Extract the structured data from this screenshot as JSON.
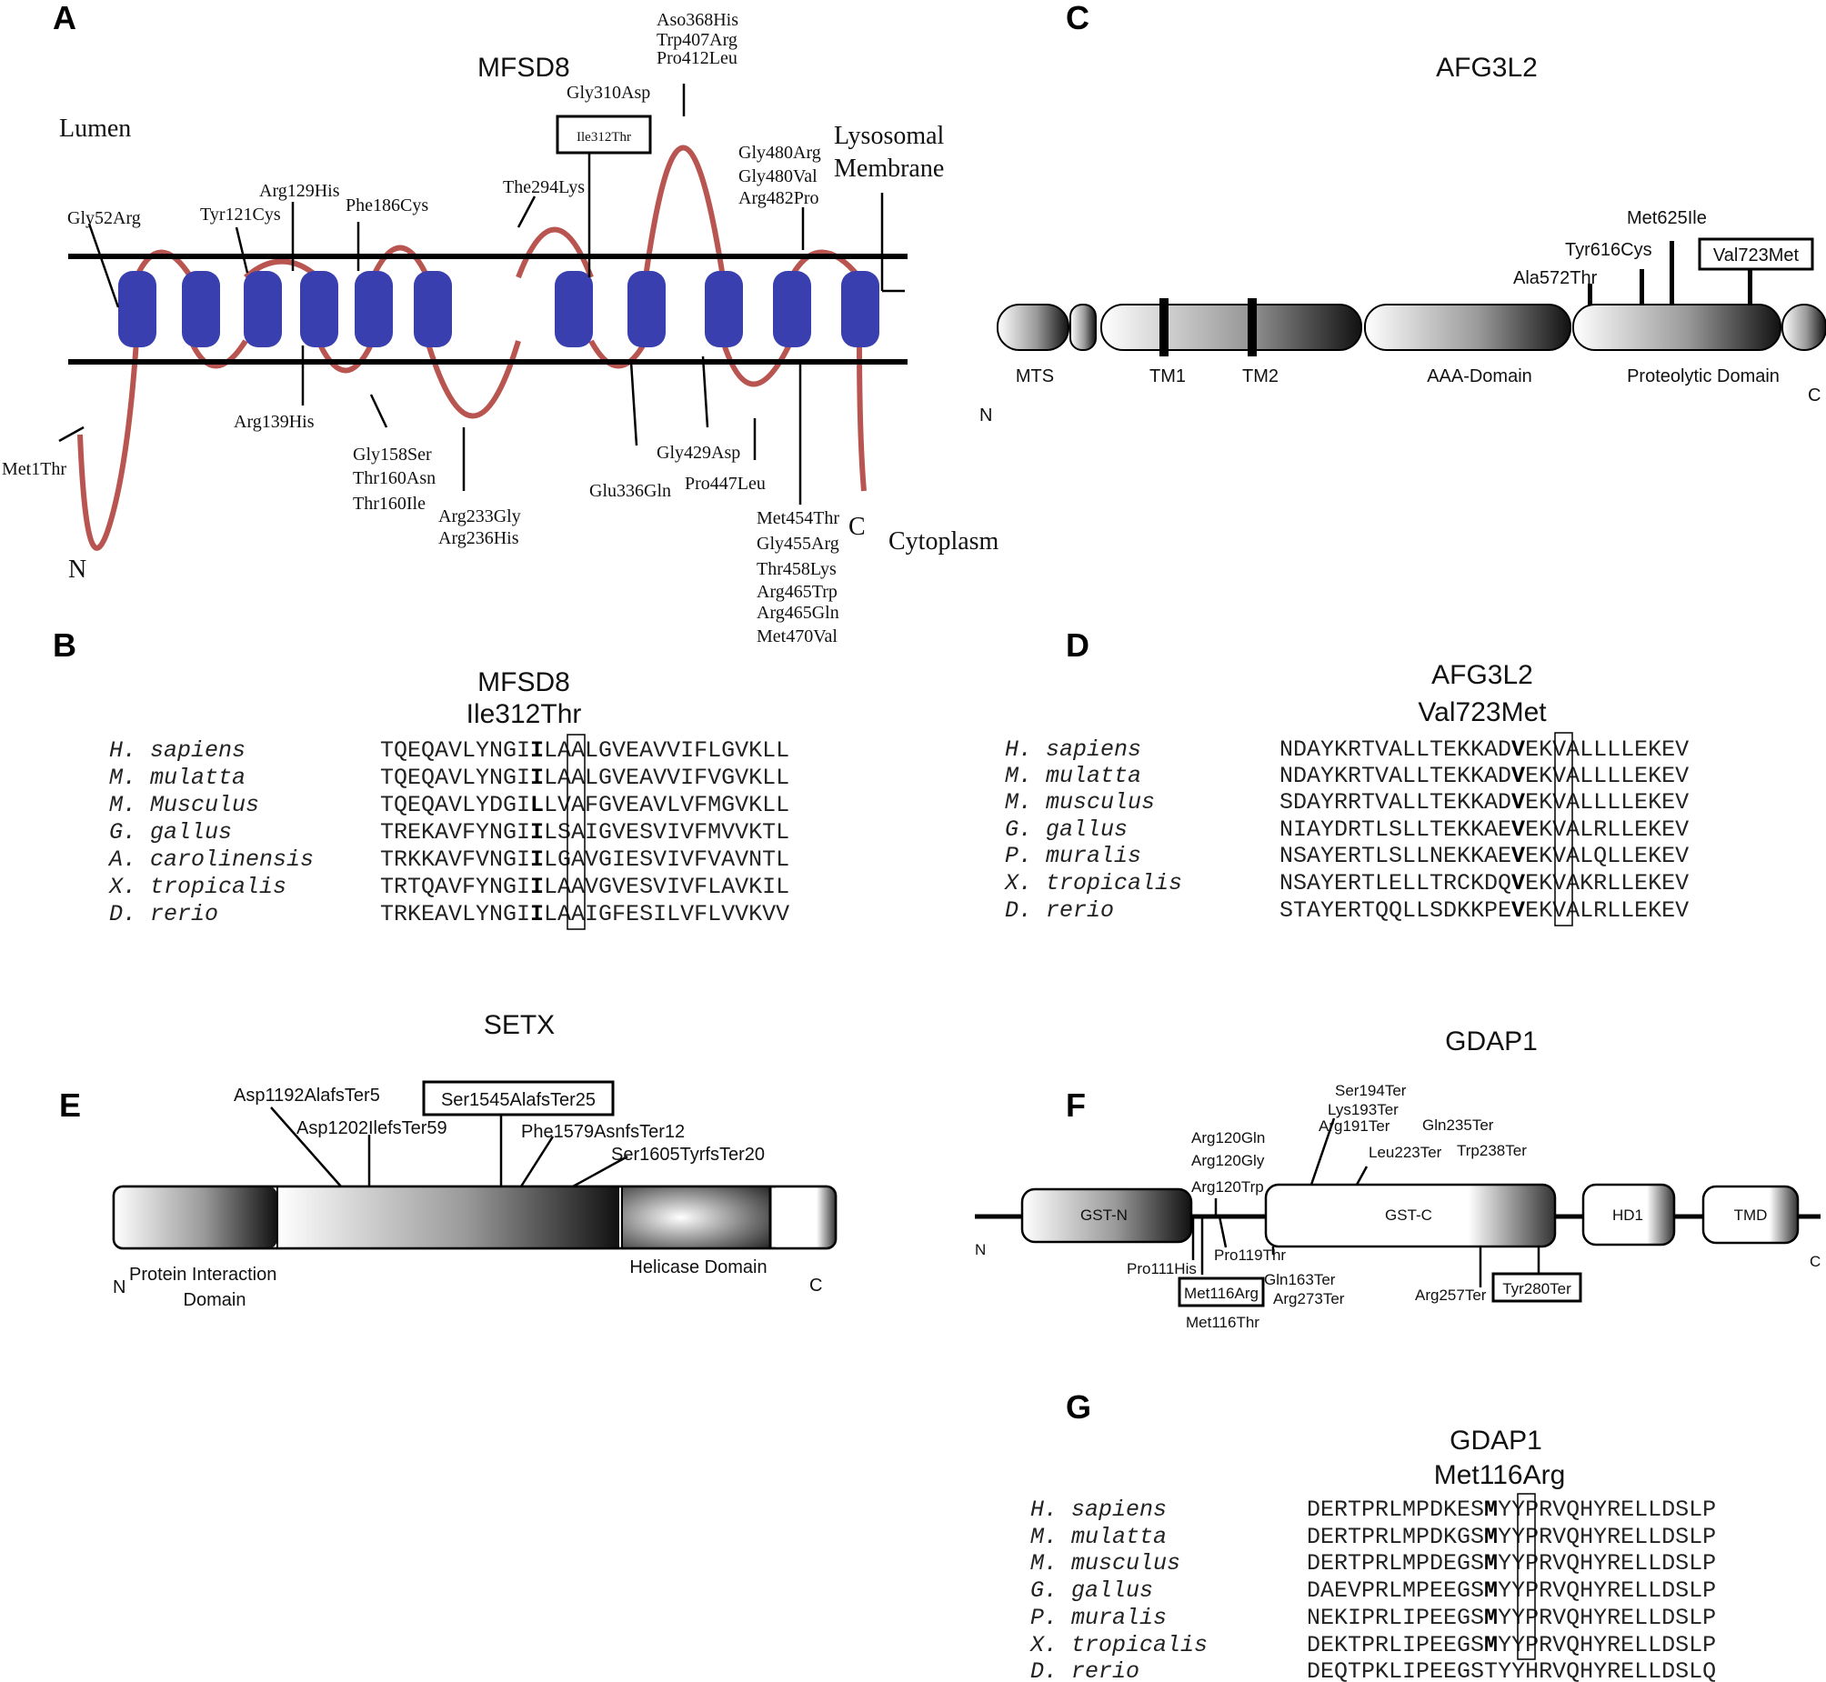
{
  "panels": {
    "A": {
      "letter": "A",
      "title": "MFSD8",
      "lumen": "Lumen",
      "membrane_line1": "Lysosomal",
      "membrane_line2": "Membrane",
      "cytoplasm": "Cytoplasm",
      "n_term": "N",
      "c_term": "C",
      "boxed": "Ile312Thr",
      "mutations": {
        "met1thr": "Met1Thr",
        "gly52arg": "Gly52Arg",
        "tyr121cys": "Tyr121Cys",
        "arg129his": "Arg129His",
        "arg139his": "Arg139His",
        "phe186cys": "Phe186Cys",
        "gly158ser": "Gly158Ser",
        "thr160asn": "Thr160Asn",
        "thr160ile": "Thr160Ile",
        "arg233gly": "Arg233Gly",
        "arg236his": "Arg236His",
        "the294lys": "The294Lys",
        "gly310asp": "Gly310Asp",
        "glu336gln": "Glu336Gln",
        "aso368his": "Aso368His",
        "trp407arg": "Trp407Arg",
        "pro412leu": "Pro412Leu",
        "gly429asp": "Gly429Asp",
        "pro447leu": "Pro447Leu",
        "gly480arg": "Gly480Arg",
        "gly480val": "Gly480Val",
        "arg482pro": "Arg482Pro",
        "met454thr": "Met454Thr",
        "gly455arg": "Gly455Arg",
        "thr458lys": "Thr458Lys",
        "arg465trp": "Arg465Trp",
        "arg465gln": "Arg465Gln",
        "met470val": "Met470Val"
      }
    },
    "B": {
      "letter": "B",
      "title1": "MFSD8",
      "title2": "Ile312Thr",
      "species": [
        "H. sapiens",
        "M. mulatta",
        "M. Musculus",
        "G. gallus",
        "A. carolinensis",
        "X. tropicalis",
        "D. rerio"
      ],
      "seq_pre": [
        "TQEQAVLYNGI",
        "TQEQAVLYNGI",
        "TQEQAVLYDGI",
        "TREKAVFYNGI",
        "TRKKAVFVNGI",
        "TRTQAVFYNGI",
        "TRKEAVLYNGI"
      ],
      "seq_mid": [
        "I",
        "I",
        "L",
        "I",
        "I",
        "I",
        "I"
      ],
      "seq_post": [
        "LAALGVEAVVIFLGVKLL",
        "LAALGVEAVVIFVGVKLL",
        "LVAFGVEAVLVFMGVKLL",
        "LSAIGVESVIVFMVVKTL",
        "LGAVGIESVIVFVAVNTL",
        "LAAVGVESVIVFLAVKIL",
        "LAAIGFESILVFLVVKVV"
      ]
    },
    "C": {
      "letter": "C",
      "title": "AFG3L2",
      "domains": [
        "MTS",
        "TM1",
        "TM2",
        "AAA-Domain",
        "Proteolytic Domain"
      ],
      "n_term": "N",
      "c_term": "C",
      "mutations": {
        "ala572thr": "Ala572Thr",
        "tyr616cys": "Tyr616Cys",
        "met625ile": "Met625Ile",
        "val723met": "Val723Met"
      }
    },
    "D": {
      "letter": "D",
      "title1": "AFG3L2",
      "title2": "Val723Met",
      "species": [
        "H. sapiens",
        "M. mulatta",
        "M. musculus",
        "G. gallus",
        "P. muralis",
        "X. tropicalis",
        "D. rerio"
      ],
      "seq_pre": [
        "NDAYKRTVALLTEKKAD",
        "NDAYKRTVALLTEKKAD",
        "SDAYRRTVALLTEKKAD",
        "NIAYDRTLSLLTEKKAE",
        "NSAYERTLSLLNEKKAE",
        "NSAYERTLELLTRCKDQ",
        "STAYERTQQLLSDKKPE"
      ],
      "seq_mid": [
        "V",
        "V",
        "V",
        "V",
        "V",
        "V",
        "V"
      ],
      "seq_post": [
        "EKVALLLLEKEV",
        "EKVALLLLEKEV",
        "EKVALLLLEKEV",
        "EKVALRLLEKEV",
        "EKVALQLLEKEV",
        "EKVAKRLLEKEV",
        "EKVALRLLEKEV"
      ]
    },
    "E": {
      "letter": "E",
      "title": "SETX",
      "n_term": "N",
      "c_term": "C",
      "domain_pi_1": "Protein Interaction",
      "domain_pi_2": "Domain",
      "domain_helicase": "Helicase Domain",
      "mutations": {
        "asp1192": "Asp1192AlafsTer5",
        "asp1202": "Asp1202IlefsTer59",
        "ser1545": "Ser1545AlafsTer25",
        "phe1579": "Phe1579AsnfsTer12",
        "ser1605": "Ser1605TyrfsTer20"
      }
    },
    "F": {
      "letter": "F",
      "title": "GDAP1",
      "n_term": "N",
      "c_term": "C",
      "domains": [
        "GST-N",
        "GST-C",
        "HD1",
        "TMD"
      ],
      "mutations": {
        "ser194ter": "Ser194Ter",
        "lys193ter": "Lys193Ter",
        "arg191ter": "Arg191Ter",
        "gln235ter": "Gln235Ter",
        "trp238ter": "Trp238Ter",
        "leu223ter": "Leu223Ter",
        "arg120gln": "Arg120Gln",
        "arg120gly": "Arg120Gly",
        "arg120trp": "Arg120Trp",
        "pro111his": "Pro111His",
        "pro119thr": "Pro119Thr",
        "met116arg": "Met116Arg",
        "met116thr": "Met116Thr",
        "gln163ter": "Gln163Ter",
        "arg273ter": "Arg273Ter",
        "arg257ter": "Arg257Ter",
        "tyr280ter": "Tyr280Ter"
      }
    },
    "G": {
      "letter": "G",
      "title1": "GDAP1",
      "title2": "Met116Arg",
      "species": [
        "H. sapiens",
        "M. mulatta",
        "M. musculus",
        "G. gallus",
        "P. muralis",
        "X. tropicalis",
        "D. rerio"
      ],
      "seq_pre": [
        "DERTPRLMPDKES",
        "DERTPRLMPDKGS",
        "DERTPRLMPDEGS",
        "DAEVPRLMPEEGS",
        "NEKIPRLIPEEGS",
        "DEKTPRLIPEEGS",
        "DEQTPKLIPEEGS"
      ],
      "seq_mid": [
        "M",
        "M",
        "M",
        "M",
        "M",
        "M",
        "T"
      ],
      "seq_post": [
        "YYPRVQHYRELLDSLP",
        "YYPRVQHYRELLDSLP",
        "YYPRVQHYRELLDSLP",
        "YYPRVQHYRELLDSLP",
        "YYPRVQHYRELLDSLP",
        "YYPRVQHYRELLDSLP",
        "YYHRVQHYRELLDSLQ"
      ]
    }
  },
  "colors": {
    "helix": "#3a3fb0",
    "loop": "#b85550",
    "membrane": "#000000"
  }
}
